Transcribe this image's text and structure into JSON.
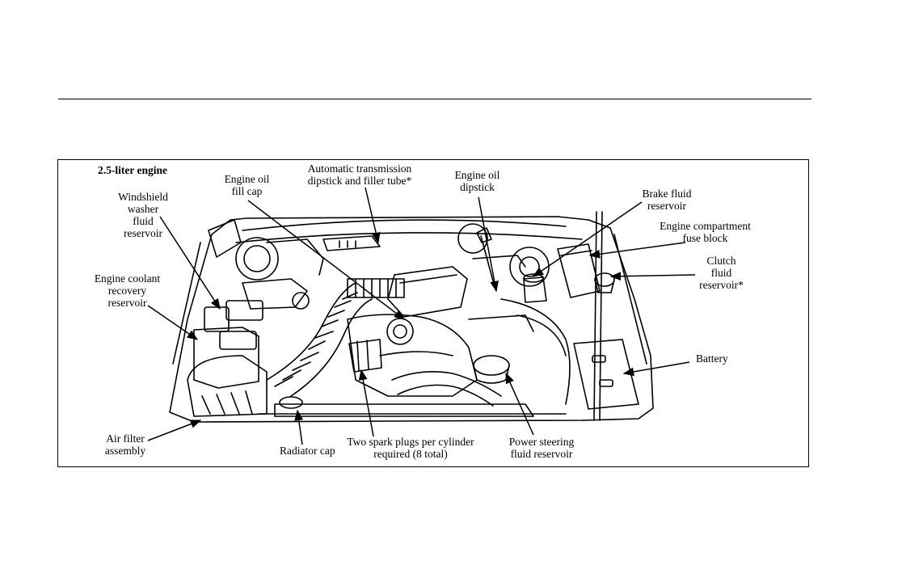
{
  "diagram": {
    "title": "2.5-liter engine",
    "labels": {
      "engine_oil_fill_cap": "Engine oil\nfill cap",
      "atf_dipstick": "Automatic transmission\ndipstick and filler tube*",
      "engine_oil_dipstick": "Engine oil\ndipstick",
      "brake_fluid": "Brake fluid\nreservoir",
      "fuse_block": "Engine compartment\nfuse block",
      "clutch_fluid": "Clutch\nfluid\nreservoir*",
      "battery": "Battery",
      "washer_fluid": "Windshield\nwasher\nfluid\nreservoir",
      "coolant_recovery": "Engine coolant\nrecovery\nreservoir",
      "air_filter": "Air filter\nassembly",
      "radiator_cap": "Radiator cap",
      "spark_plugs": "Two spark plugs per cylinder\nrequired (8 total)",
      "power_steering": "Power steering\nfluid reservoir"
    }
  }
}
